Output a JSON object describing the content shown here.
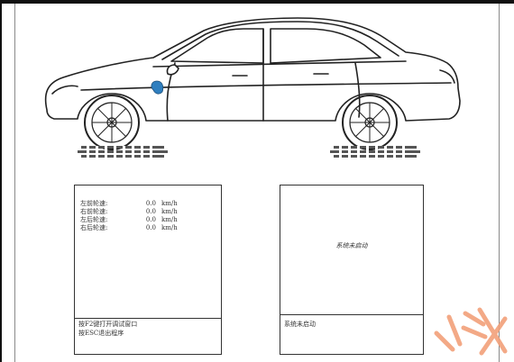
{
  "colors": {
    "frame": "#111111",
    "line": "#333333",
    "watermark": "#f2a07a",
    "background": "#ffffff"
  },
  "left_panel": {
    "wheel_speeds": [
      {
        "label": "左前轮速:",
        "value": "0.0",
        "unit": "km/h"
      },
      {
        "label": "右前轮速:",
        "value": "0.0",
        "unit": "km/h"
      },
      {
        "label": "左后轮速:",
        "value": "0.0",
        "unit": "km/h"
      },
      {
        "label": "右后轮速:",
        "value": "0.0",
        "unit": "km/h"
      }
    ],
    "footer_line_1": "按F2键打开调试窗口",
    "footer_line_2": "按ESC退出程序"
  },
  "right_panel": {
    "center_text": "系统未启动",
    "footer_text": "系统未启动"
  },
  "icons": {
    "vehicle": "car-side-illustration",
    "watermark": "watermark-logo"
  }
}
